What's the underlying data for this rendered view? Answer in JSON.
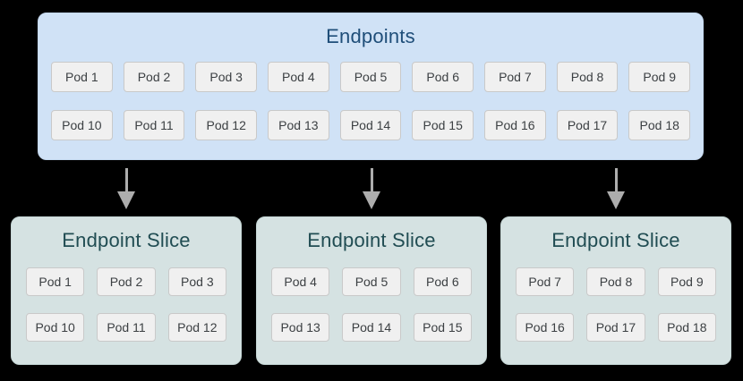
{
  "colors": {
    "background": "#000000",
    "endpoints_box_bg": "#d0e2f6",
    "endpoints_title_text": "#1f4e79",
    "slice_box_bg": "#d5e2e2",
    "slice_title_text": "#214d53",
    "pod_bg": "#f0f0f0",
    "pod_border": "#c9c9c9",
    "pod_text": "#3c4043",
    "arrow": "#adadad"
  },
  "endpoints": {
    "title": "Endpoints",
    "rows": [
      [
        "Pod 1",
        "Pod 2",
        "Pod 3",
        "Pod 4",
        "Pod 5",
        "Pod 6",
        "Pod 7",
        "Pod 8",
        "Pod 9"
      ],
      [
        "Pod 10",
        "Pod 11",
        "Pod 12",
        "Pod 13",
        "Pod 14",
        "Pod 15",
        "Pod 16",
        "Pod 17",
        "Pod 18"
      ]
    ]
  },
  "slices": [
    {
      "title": "Endpoint Slice",
      "rows": [
        [
          "Pod 1",
          "Pod 2",
          "Pod 3"
        ],
        [
          "Pod 10",
          "Pod 11",
          "Pod 12"
        ]
      ]
    },
    {
      "title": "Endpoint Slice",
      "rows": [
        [
          "Pod 4",
          "Pod 5",
          "Pod 6"
        ],
        [
          "Pod 13",
          "Pod 14",
          "Pod 15"
        ]
      ]
    },
    {
      "title": "Endpoint Slice",
      "rows": [
        [
          "Pod 7",
          "Pod 8",
          "Pod 9"
        ],
        [
          "Pod 16",
          "Pod 17",
          "Pod 18"
        ]
      ]
    }
  ]
}
